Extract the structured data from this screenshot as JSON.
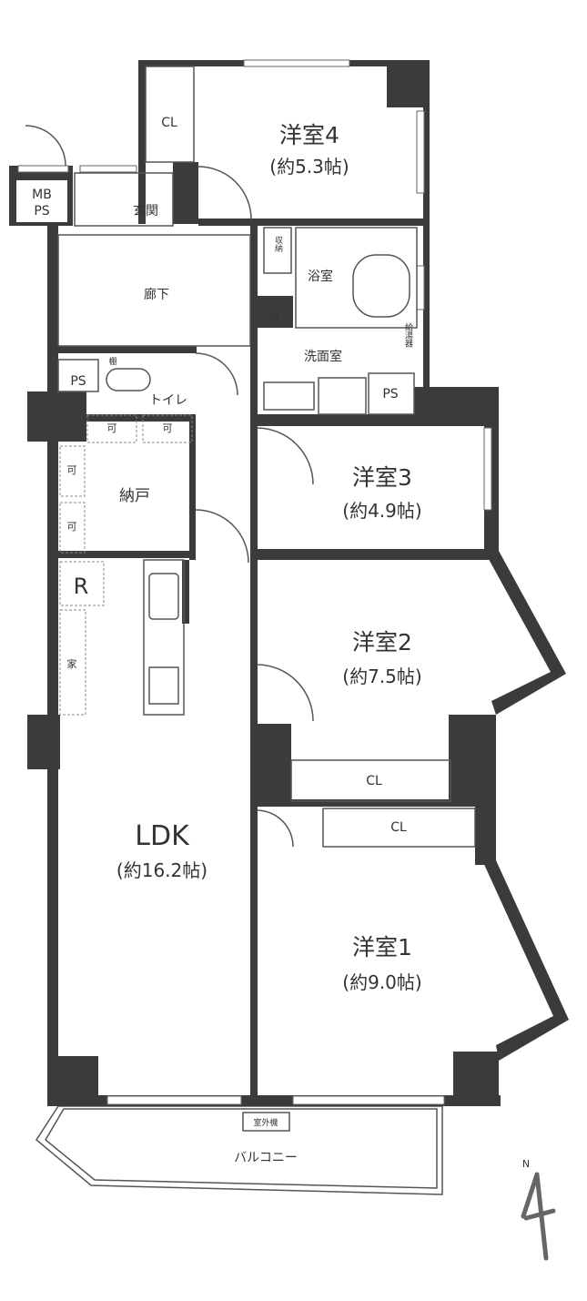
{
  "rooms": {
    "western4": {
      "name": "洋室4",
      "size": "(約5.3帖)"
    },
    "western3": {
      "name": "洋室3",
      "size": "(約4.9帖)"
    },
    "western2": {
      "name": "洋室2",
      "size": "(約7.5帖)"
    },
    "western1": {
      "name": "洋室1",
      "size": "(約9.0帖)"
    },
    "ldk": {
      "name": "LDK",
      "size": "(約16.2帖)"
    },
    "entrance": "玄関",
    "hallway": "廊下",
    "toilet": "トイレ",
    "shelf": "棚",
    "storage_room": "納戸",
    "bathroom": "浴室",
    "washroom": "洗面室",
    "storage": "収納",
    "water_heater": "給湯器",
    "balcony": "バルコニー",
    "outdoor_unit": "室外機"
  },
  "labels": {
    "cl": "CL",
    "ps": "PS",
    "mb": "MB",
    "movable": "可",
    "fridge": "R",
    "appliance": "家"
  },
  "compass": {
    "north": "N"
  },
  "colors": {
    "wall": "#3b3b3b",
    "line": "#555555"
  }
}
